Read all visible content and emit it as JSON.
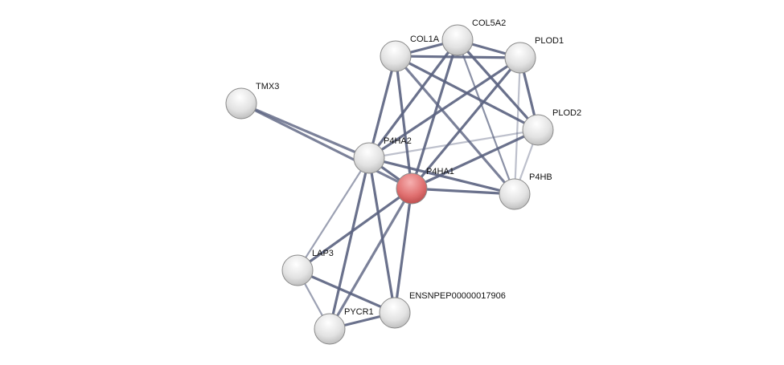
{
  "network": {
    "colors": {
      "edge": "#5a6280",
      "node": "#e8e8e8",
      "query_node": "#e07070"
    },
    "nodes": [
      {
        "id": "COL1A",
        "label": "COL1A",
        "query": false
      },
      {
        "id": "COL5A2",
        "label": "COL5A2",
        "query": false
      },
      {
        "id": "PLOD1",
        "label": "PLOD1",
        "query": false
      },
      {
        "id": "PLOD2",
        "label": "PLOD2",
        "query": false
      },
      {
        "id": "P4HB",
        "label": "P4HB",
        "query": false
      },
      {
        "id": "P4HA1",
        "label": "P4HA1",
        "query": true
      },
      {
        "id": "P4HA2",
        "label": "P4HA2",
        "query": false
      },
      {
        "id": "TMX3",
        "label": "TMX3",
        "query": false
      },
      {
        "id": "LAP3",
        "label": "LAP3",
        "query": false
      },
      {
        "id": "ENSNPEP00000017906",
        "label": "ENSNPEP00000017906",
        "query": false
      },
      {
        "id": "PYCR1",
        "label": "PYCR1",
        "query": false
      }
    ],
    "edges": [
      [
        "COL1A",
        "COL5A2",
        0.9
      ],
      [
        "COL1A",
        "PLOD1",
        0.9
      ],
      [
        "COL1A",
        "P4HA2",
        0.9
      ],
      [
        "COL1A",
        "P4HA1",
        0.9
      ],
      [
        "COL1A",
        "PLOD2",
        0.9
      ],
      [
        "COL1A",
        "P4HB",
        0.8
      ],
      [
        "COL5A2",
        "PLOD1",
        0.9
      ],
      [
        "COL5A2",
        "P4HA2",
        0.9
      ],
      [
        "COL5A2",
        "P4HA1",
        0.9
      ],
      [
        "COL5A2",
        "PLOD2",
        0.9
      ],
      [
        "COL5A2",
        "P4HB",
        0.7
      ],
      [
        "PLOD1",
        "PLOD2",
        0.9
      ],
      [
        "PLOD1",
        "P4HB",
        0.4
      ],
      [
        "PLOD1",
        "P4HA2",
        0.9
      ],
      [
        "PLOD1",
        "P4HA1",
        0.9
      ],
      [
        "PLOD2",
        "P4HB",
        0.4
      ],
      [
        "PLOD2",
        "P4HA2",
        0.4
      ],
      [
        "PLOD2",
        "P4HA1",
        0.9
      ],
      [
        "P4HA2",
        "P4HA1",
        0.9
      ],
      [
        "P4HA2",
        "P4HB",
        0.9
      ],
      [
        "P4HA1",
        "P4HB",
        0.9
      ],
      [
        "TMX3",
        "P4HA2",
        0.8
      ],
      [
        "TMX3",
        "P4HA1",
        0.8
      ],
      [
        "P4HA2",
        "LAP3",
        0.6
      ],
      [
        "P4HA2",
        "PYCR1",
        0.9
      ],
      [
        "P4HA2",
        "ENSNPEP00000017906",
        0.9
      ],
      [
        "P4HA1",
        "LAP3",
        0.9
      ],
      [
        "P4HA1",
        "PYCR1",
        0.8
      ],
      [
        "P4HA1",
        "ENSNPEP00000017906",
        0.9
      ],
      [
        "LAP3",
        "PYCR1",
        0.6
      ],
      [
        "LAP3",
        "ENSNPEP00000017906",
        0.9
      ],
      [
        "PYCR1",
        "ENSNPEP00000017906",
        0.9
      ]
    ]
  }
}
